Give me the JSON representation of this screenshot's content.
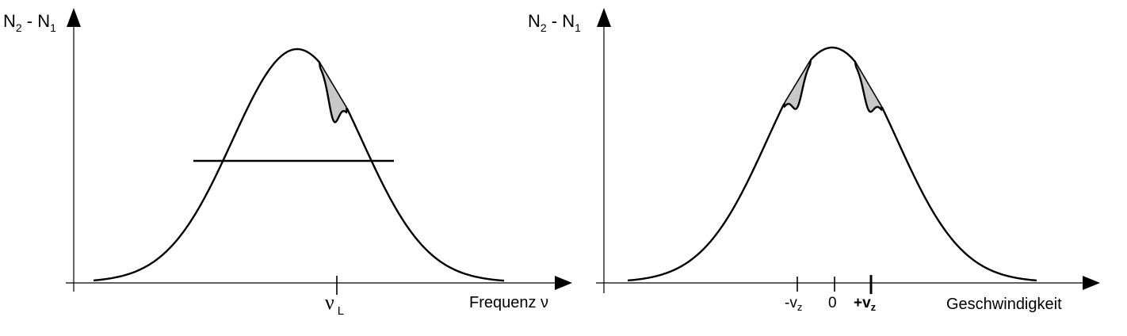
{
  "left_panel": {
    "y_label": {
      "main": "N",
      "sub1": "2",
      "mid": " - N",
      "sub2": "1"
    },
    "x_label": "Frequenz ν",
    "tick_label": {
      "main": "ν",
      "sub": "L"
    }
  },
  "right_panel": {
    "y_label": {
      "main": "N",
      "sub1": "2",
      "mid": " - N",
      "sub2": "1"
    },
    "x_label": "Geschwindigkeit",
    "tick_labels": {
      "neg": {
        "main": "-v",
        "sub": "z"
      },
      "zero": "0",
      "pos": {
        "main": "+v",
        "sub": "z"
      }
    }
  },
  "colors": {
    "line": "#000000",
    "hole_fill": "#c8c8c8",
    "background": "#ffffff"
  }
}
